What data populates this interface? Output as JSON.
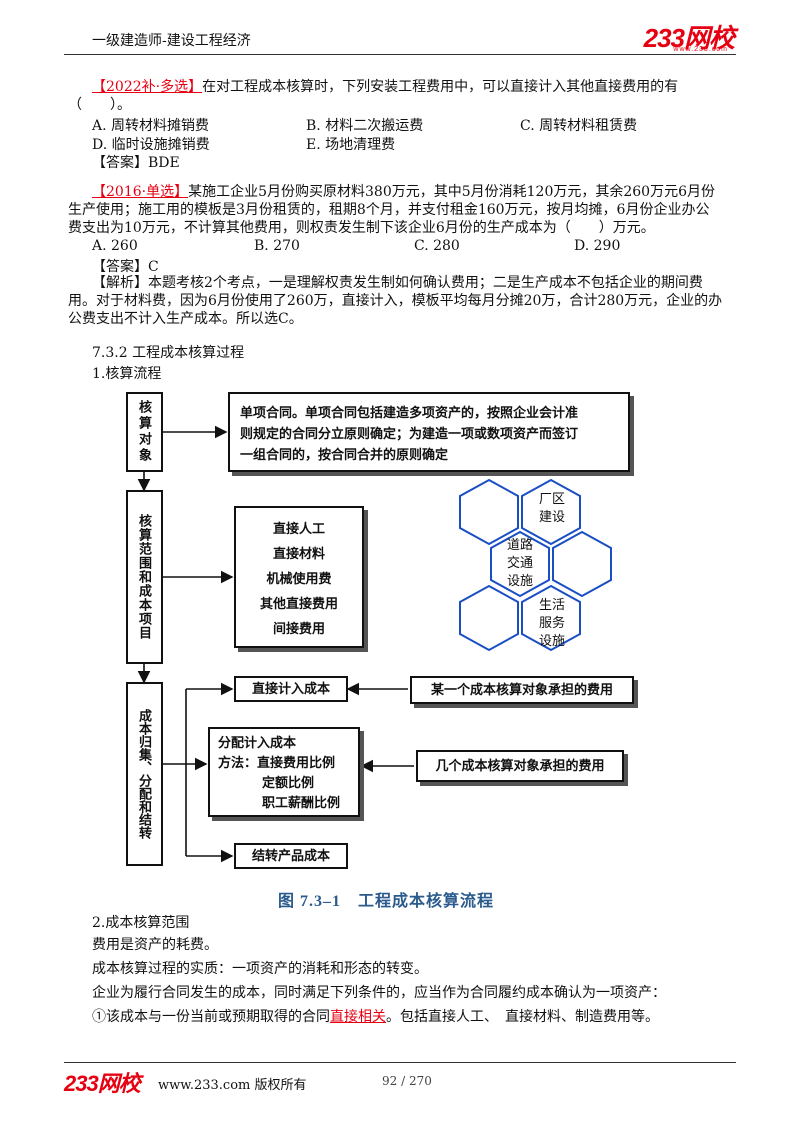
{
  "header": {
    "title": "一级建造师-建设工程经济",
    "logo": "233网校",
    "logo_url": "www.233.com"
  },
  "q1": {
    "tag": "【2022补·多选】",
    "stem1": "在对工程成本核算时，下列安装工程费用中，可以直接计入其他直接费用的有",
    "stem2": "（　　）。",
    "options": [
      "A. 周转材料摊销费",
      "B. 材料二次搬运费",
      "C. 周转材料租赁费",
      "D. 临时设施摊销费",
      "E. 场地清理费"
    ],
    "answer": "【答案】BDE"
  },
  "q2": {
    "tag": "【2016·单选】",
    "stem1": "某施工企业5月份购买原材料380万元，其中5月份消耗120万元，其余260万元6月份",
    "stem2": "生产使用；施工用的模板是3月份租赁的，租期8个月，并支付租金160万元，按月均摊，6月份企业办公",
    "stem3": "费支出为10万元，不计算其他费用，则权责发生制下该企业6月份的生产成本为（　　）万元。",
    "options": [
      "A. 260",
      "B. 270",
      "C. 280",
      "D. 290"
    ],
    "answer": "【答案】C",
    "analysis1": "【解析】本题考核2个考点，一是理解权责发生制如何确认费用；二是生产成本不包括企业的期间费",
    "analysis2": "用。对于材料费，因为6月份使用了260万，直接计入，模板平均每月分摊20万，合计280万元，企业的办",
    "analysis3": "公费支出不计入生产成本。所以选C。"
  },
  "section": {
    "heading": "7.3.2 工程成本核算过程",
    "sub1": "1.核算流程"
  },
  "diagram": {
    "v1": "核算对象",
    "v2": "核算范围和成本项目",
    "v3": "成本归集、分配和结转",
    "object_box": [
      "单项合同。单项合同包括建造多项资产的，按照企业会计准",
      "则规定的合同分立原则确定；为建造一项或数项资产而签订",
      "一组合同的，按合同合并的原则确定"
    ],
    "items": [
      "直接人工",
      "直接材料",
      "机械使用费",
      "其他直接费用",
      "间接费用"
    ],
    "hex_labels": [
      "厂区建设",
      "道路交通设施",
      "生活服务设施"
    ],
    "direct_in": "直接计入成本",
    "direct_src": "某一个成本核算对象承担的费用",
    "alloc_title": "分配计入成本",
    "alloc_method": "方法：直接费用比例",
    "alloc_m2": "定额比例",
    "alloc_m3": "职工薪酬比例",
    "alloc_src": "几个成本核算对象承担的费用",
    "transfer": "结转产品成本",
    "caption": "图 7.3–1　工程成本核算流程"
  },
  "scope": {
    "heading": "2.成本核算范围",
    "p1": "费用是资产的耗费。",
    "p2": "成本核算过程的实质：一项资产的消耗和形态的转变。",
    "p3": "企业为履行合同发生的成本，同时满足下列条件的，应当作为合同履约成本确认为一项资产：",
    "p4a": "①该成本与一份当前或预期取得的合同",
    "p4b": "直接相关",
    "p4c": "。包括直接人工、　直接材料、制造费用等。"
  },
  "footer": {
    "logo": "233网校",
    "url": "www.233.com 版权所有",
    "page": "92 / 270"
  },
  "colors": {
    "brand_red": "#e60012",
    "hex_blue": "#1a4fc4",
    "caption_blue": "#2a5b8c"
  }
}
